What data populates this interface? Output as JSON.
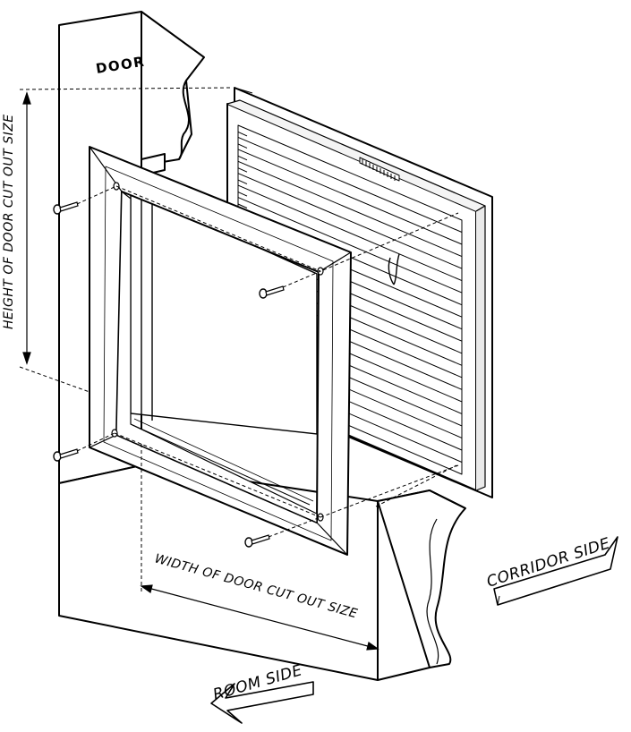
{
  "labels": {
    "door": "DOOR",
    "height": "HEIGHT OF DOOR CUT OUT SIZE",
    "width": "WIDTH OF DOOR CUT OUT SIZE",
    "corridor": "CORRIDOR SIDE",
    "room": "ROOM SIDE"
  },
  "colors": {
    "line": "#000000",
    "fill": "#ffffff",
    "shade": "#dcdcdc"
  }
}
